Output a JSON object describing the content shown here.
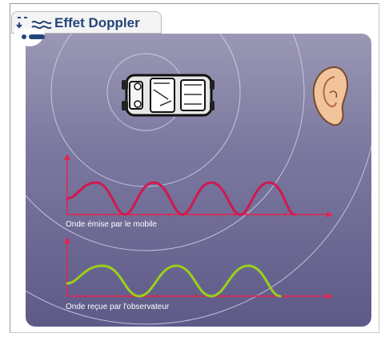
{
  "window": {
    "title": "Effet Doppler"
  },
  "icons": {
    "logo": "wave-sound-icon",
    "source": "car-icon",
    "observer": "ear-icon"
  },
  "colors": {
    "emitted_wave": "#d0194e",
    "received_wave": "#9ad01a",
    "axis": "#e0254f",
    "background": "#6f6c98"
  },
  "graphs": {
    "emitted": {
      "caption": "Onde émise par le mobile",
      "cycles": 4
    },
    "received": {
      "caption": "Onde reçue par l'observateur",
      "cycles": 3
    }
  }
}
